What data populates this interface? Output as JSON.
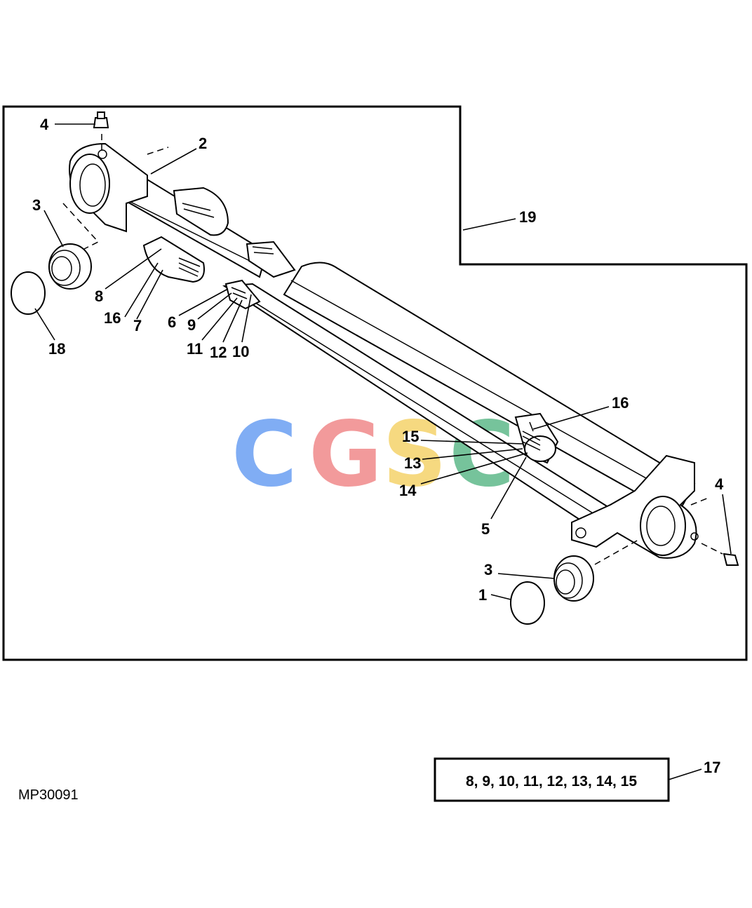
{
  "figure_id": "MP30091",
  "watermark": {
    "letters": [
      "C",
      "G",
      "S",
      "C"
    ],
    "colors": [
      "#6b9ff3",
      "#f0898a",
      "#f5d36b",
      "#5fb98a"
    ]
  },
  "callouts": {
    "c1": "1",
    "c2": "2",
    "c3a": "3",
    "c3b": "3",
    "c4a": "4",
    "c4b": "4",
    "c5": "5",
    "c6": "6",
    "c7": "7",
    "c8": "8",
    "c9": "9",
    "c10": "10",
    "c11": "11",
    "c12": "12",
    "c13": "13",
    "c14": "14",
    "c15": "15",
    "c16a": "16",
    "c16b": "16",
    "c17": "17",
    "c18": "18",
    "c19": "19"
  },
  "kit_box": {
    "text": "8, 9, 10, 11, 12, 13, 14, 15"
  }
}
